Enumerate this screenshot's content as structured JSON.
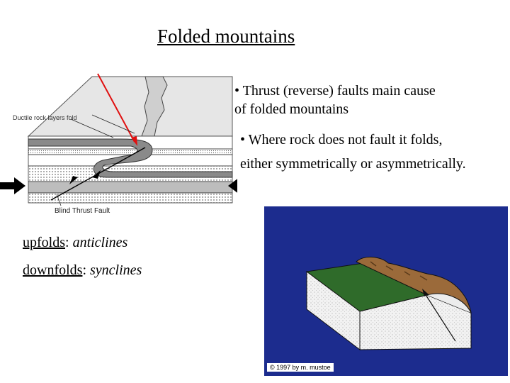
{
  "title": "Folded mountains",
  "bullets": {
    "first": "• Thrust (reverse) faults main cause of folded mountains",
    "second_line1": "• Where rock does not fault it folds,",
    "second_line2": "either symmetrically or asymmetrically."
  },
  "terms": [
    {
      "term": "upfolds",
      "sep": ": ",
      "definition": "anticlines"
    },
    {
      "term": "downfolds",
      "sep": ": ",
      "definition": "synclines"
    }
  ],
  "diagram_labels": {
    "ductile": "Ductile rock layers fold",
    "fault": "Blind Thrust Fault"
  },
  "block_diagram": {
    "credit": "© 1997 by  m. mustoe",
    "background_color": "#1c2c8e"
  },
  "colors": {
    "fold_gray": "#8a8a8a",
    "arrow_black": "#000000",
    "red_line": "#e01010",
    "green_top": "#2f6b2a",
    "brown_mountain": "#9b6a3a"
  }
}
